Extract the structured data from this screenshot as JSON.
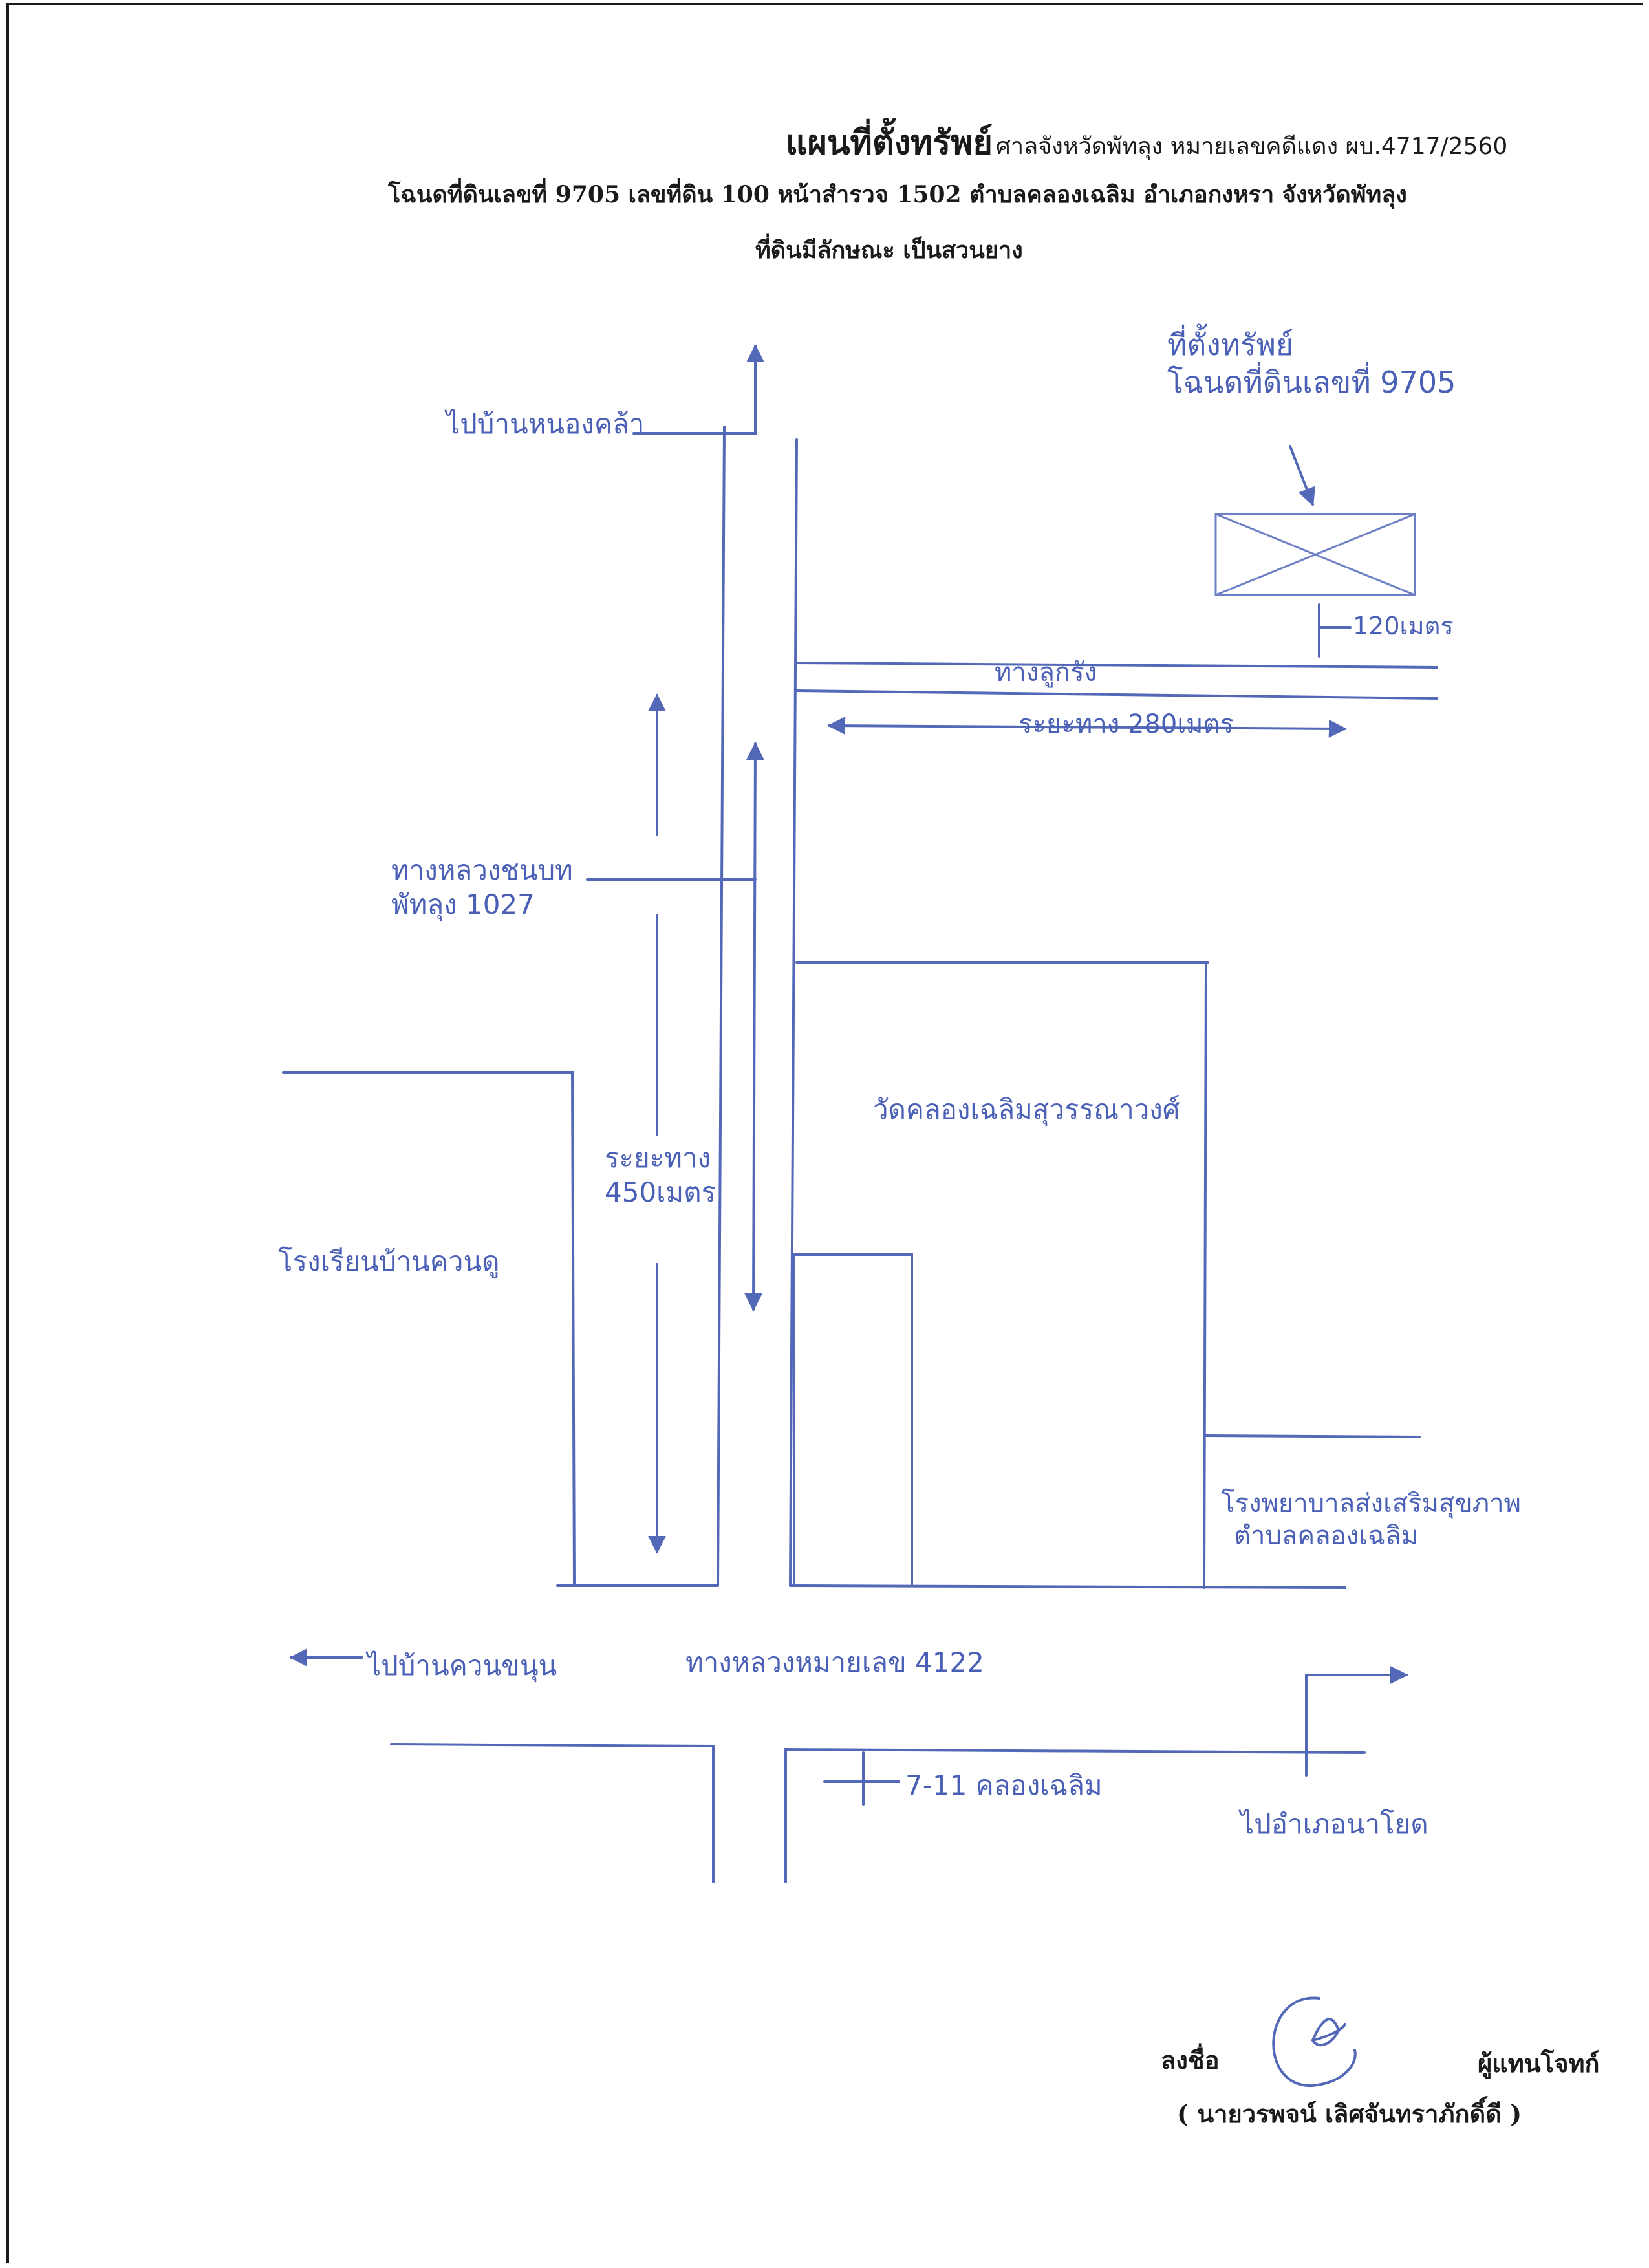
{
  "header": {
    "title_bold": "แผนที่ตั้งทรัพย์",
    "title_rest": "ศาลจังหวัดพัทลุง หมายเลขคดีแดง ผบ.4717/2560",
    "deed_line": "โฉนดที่ดินเลขที่ 9705 เลขที่ดิน 100 หน้าสำรวจ 1502 ตำบลคลองเฉลิม อำเภอกงหรา จังหวัดพัทลุง",
    "land_type_line": "ที่ดินมีลักษณะ เป็นสวนยาง"
  },
  "map": {
    "property_label_line1": "ที่ตั้งทรัพย์",
    "property_label_line2": "โฉนดที่ดินเลขที่ 9705",
    "distance_120": "120เมตร",
    "lane_label": "ทางลูกรัง",
    "distance_280": "ระยะทาง 280เมตร",
    "to_village_north": "ไปบ้านหนองคล้า",
    "highway_1027_line1": "ทางหลวงชนบท",
    "highway_1027_line2": "พัทลุง 1027",
    "temple": "วัดคลองเฉลิมสุวรรณาวงศ์",
    "distance_450_line1": "ระยะทาง",
    "distance_450_line2": "450เมตร",
    "school": "โรงเรียนบ้านควนดู",
    "hospital_line1": "โรงพยาบาลส่งเสริมสุขภาพ",
    "hospital_line2": "ตำบลคลองเฉลิม",
    "to_village_west": "ไปบ้านควนขนุน",
    "highway_4122": "ทางหลวงหมายเลข 4122",
    "seven_eleven": "7-11 คลองเฉลิม",
    "to_district_east": "ไปอำเภอนาโยด"
  },
  "signature": {
    "sign_label": "ลงชื่อ",
    "role": "ผู้แทนโจทก์",
    "name": "( นายวรพจน์ เลิศจันทราภักดิ์ดี )"
  },
  "colors": {
    "ink": "#5468b8",
    "print": "#1a1a1a"
  }
}
